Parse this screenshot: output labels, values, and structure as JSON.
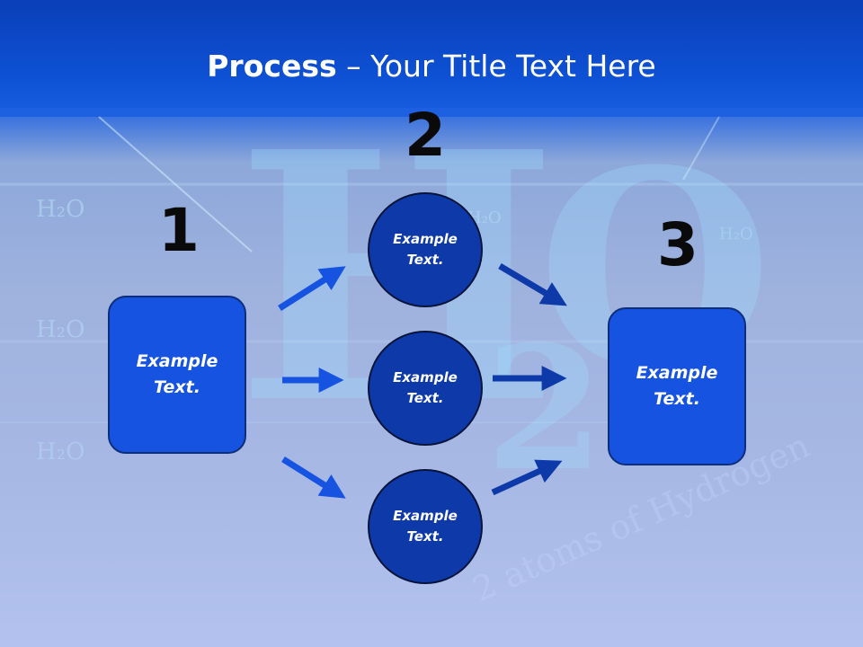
{
  "title": {
    "bold": "Process",
    "rest": " – Your Title Text Here"
  },
  "background_text": {
    "h": "H",
    "o": "O",
    "two": "2",
    "h2o": "H₂O",
    "caption": "2 atoms of Hydrogen"
  },
  "steps": [
    {
      "number": "1",
      "text": "Example Text."
    },
    {
      "number": "2"
    },
    {
      "number": "3",
      "text": "Example Text."
    }
  ],
  "circles": [
    {
      "text": "Example Text."
    },
    {
      "text": "Example Text."
    },
    {
      "text": "Example Text."
    }
  ],
  "colors": {
    "title_bar": "#0e52d6",
    "box_fill": "#1653e0",
    "circle_fill": "#0d3aa8",
    "arrow_light": "#1653e0",
    "arrow_dark": "#0d3aa8"
  }
}
